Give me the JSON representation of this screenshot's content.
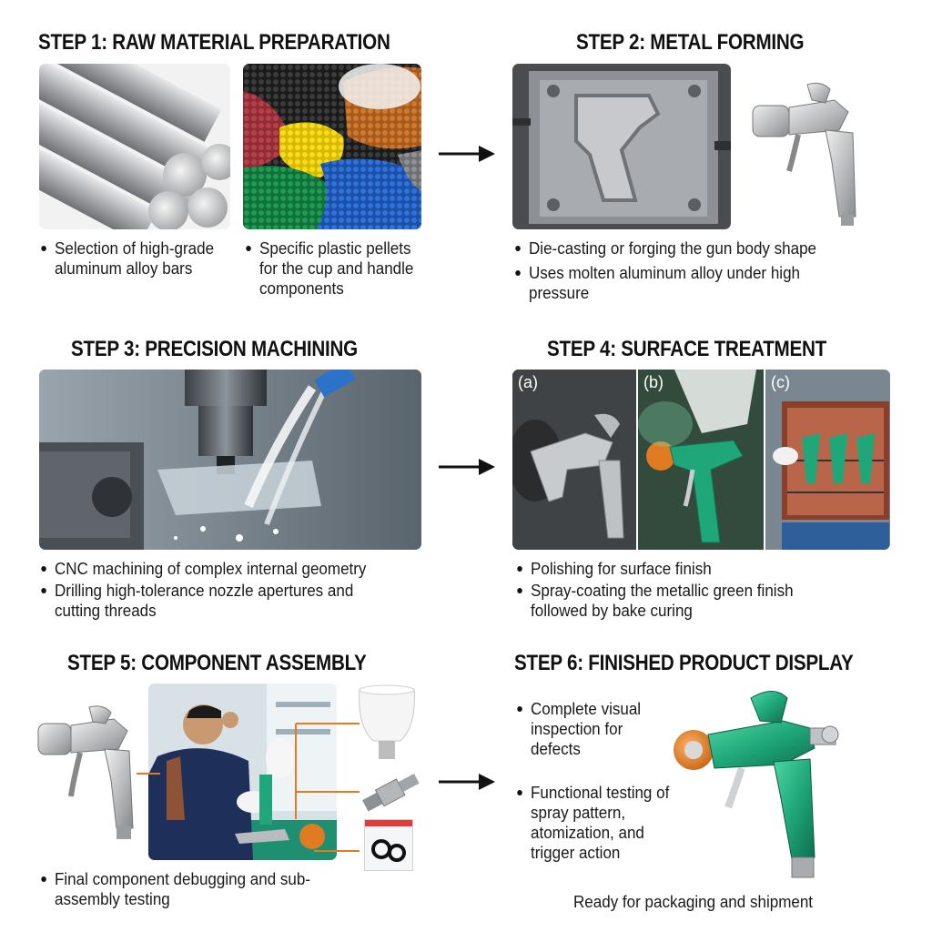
{
  "steps": [
    {
      "title": "STEP 1: RAW MATERIAL PREPARATION",
      "bullets": [
        "Selection of high-grade aluminum alloy bars",
        "Specific plastic pellets for the cup and handle components"
      ]
    },
    {
      "title": "STEP 2: METAL FORMING",
      "bullets": [
        "Die-casting or forging the gun body shape",
        "Uses molten aluminum alloy under high pressure"
      ]
    },
    {
      "title": "STEP 3: PRECISION MACHINING",
      "bullets": [
        "CNC machining of complex internal geometry",
        "Drilling high-tolerance nozzle apertures and cutting threads"
      ]
    },
    {
      "title": "STEP 4: SURFACE TREATMENT",
      "panel_labels": [
        "(a)",
        "(b)",
        "(c)"
      ],
      "bullets": [
        "Polishing for surface finish",
        "Spray-coating the metallic green finish followed by bake curing"
      ]
    },
    {
      "title": "STEP 5: COMPONENT ASSEMBLY",
      "bullets": [
        "Final component debugging and sub-assembly testing"
      ]
    },
    {
      "title": "STEP 6: FINISHED PRODUCT DISPLAY",
      "bullets": [
        "Complete visual inspection for defects",
        "Functional testing of spray pattern, atomization, and trigger action"
      ],
      "caption": "Ready for packaging and shipment"
    }
  ],
  "colors": {
    "accent_green": "#1fa77a",
    "accent_orange": "#e07b22",
    "text": "#111111"
  }
}
